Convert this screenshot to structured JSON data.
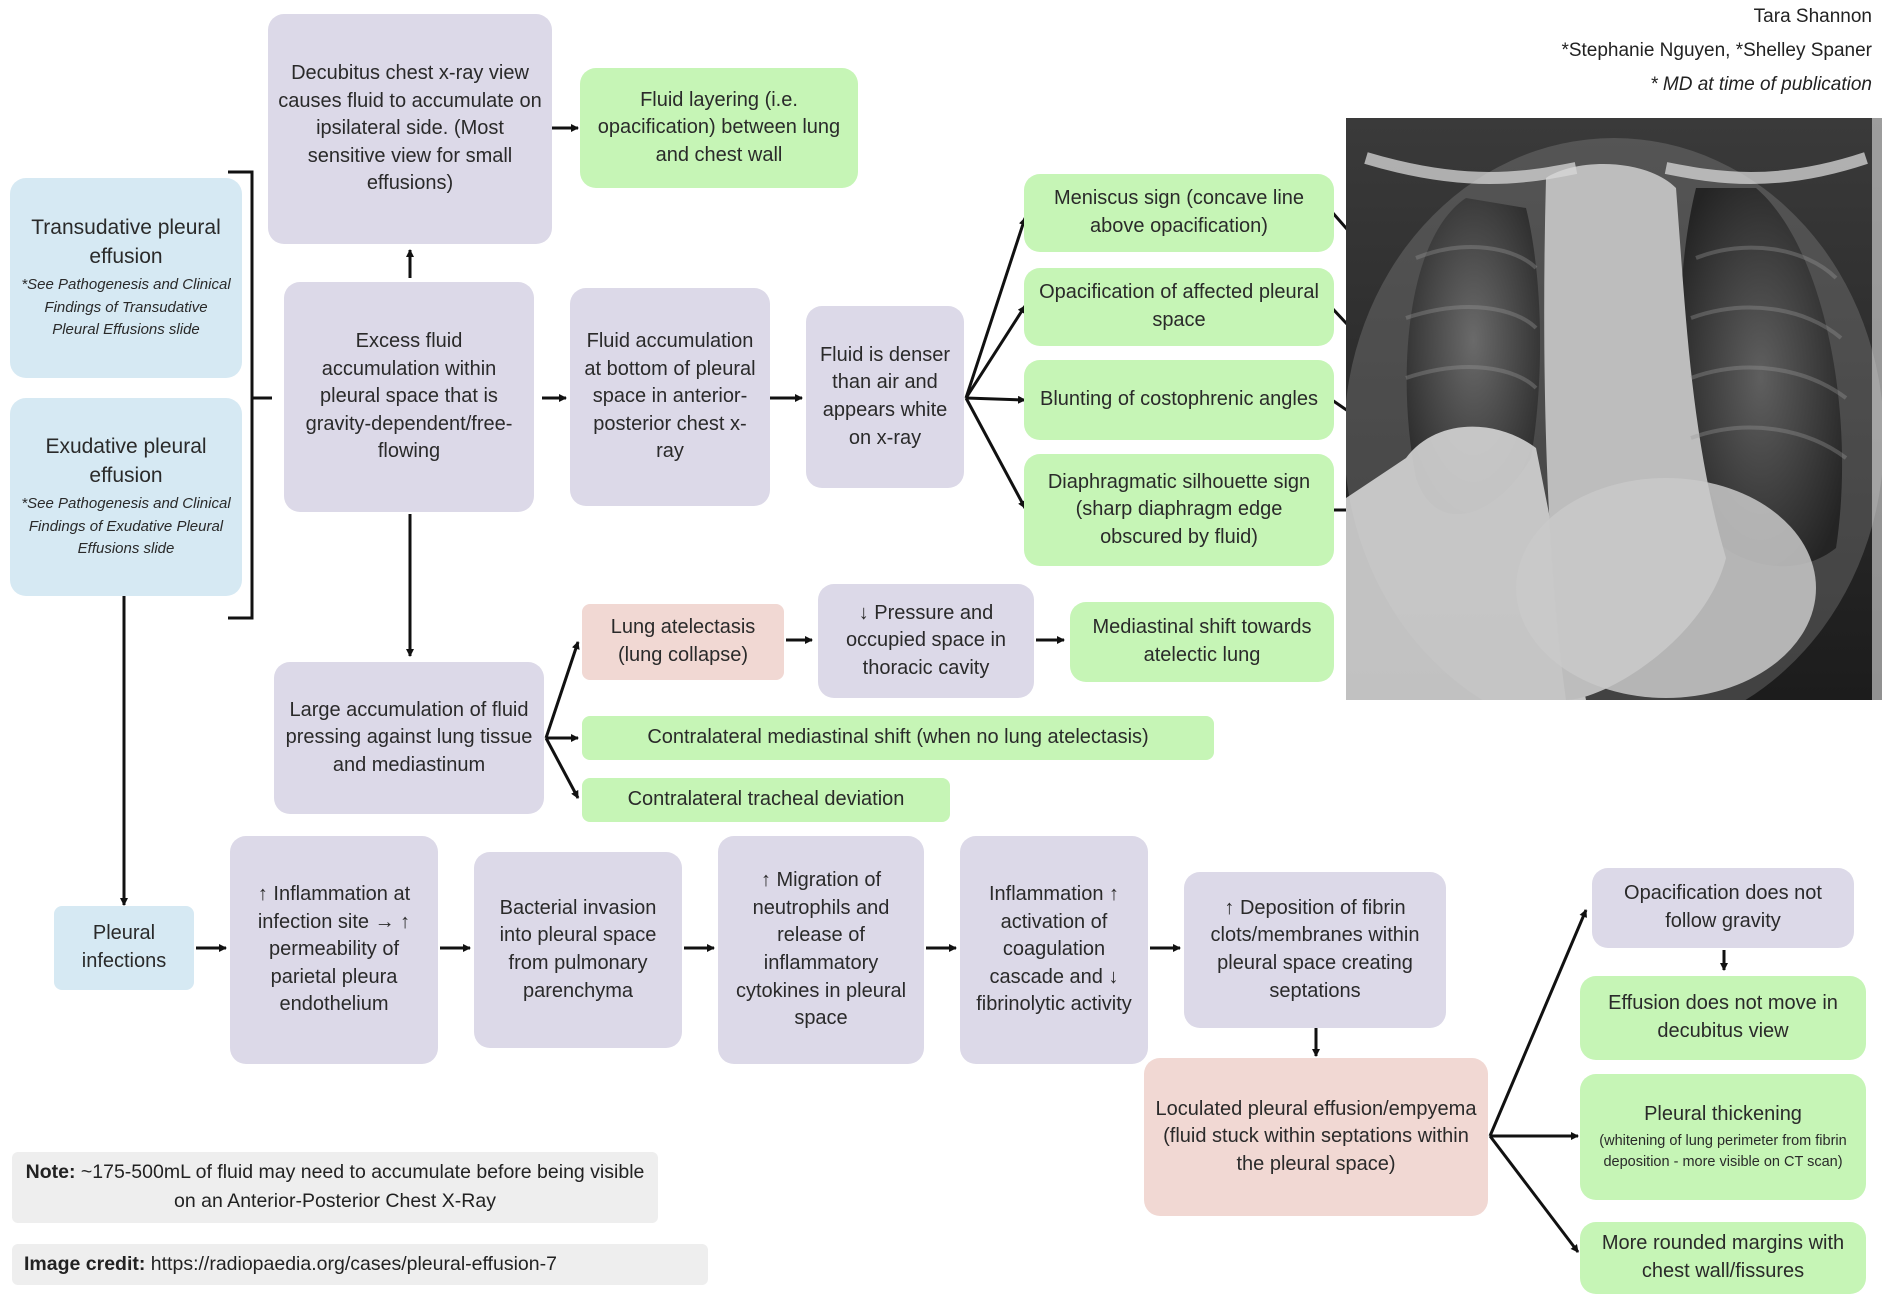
{
  "authors": {
    "line1": "Tara Shannon",
    "line2": "*Stephanie Nguyen, *Shelley Spaner",
    "line3": "* MD at time of publication"
  },
  "left": {
    "transudative_title": "Transudative pleural effusion",
    "transudative_sub": "*See Pathogenesis and Clinical Findings of Transudative Pleural Effusions slide",
    "exudative_title": "Exudative pleural effusion",
    "exudative_sub": "*See Pathogenesis and Clinical Findings of Exudative Pleural Effusions slide",
    "pleural_infections": "Pleural infections"
  },
  "top_row": {
    "decubitus": "Decubitus chest x-ray view causes fluid to accumulate on ipsilateral side. (Most sensitive view for small effusions)",
    "fluid_layering": "Fluid layering (i.e. opacification) between lung and chest wall",
    "excess_fluid": "Excess fluid accumulation within pleural space that is gravity-dependent/free-flowing",
    "fluid_bottom": "Fluid accumulation at bottom of pleural space in anterior-posterior chest x-ray",
    "fluid_denser": "Fluid is denser than air and appears white on x-ray",
    "meniscus": "Meniscus sign (concave line above opacification)",
    "opacification_space": "Opacification of affected pleural space",
    "blunting": "Blunting of costophrenic angles",
    "diaphragmatic": "Diaphragmatic silhouette sign (sharp diaphragm edge obscured by fluid)"
  },
  "middle_row": {
    "large_accumulation": "Large accumulation of fluid pressing against lung tissue and mediastinum",
    "atelectasis": "Lung atelectasis (lung collapse)",
    "pressure": "↓ Pressure and occupied space in thoracic cavity",
    "mediastinal_shift": "Mediastinal shift towards atelectic lung",
    "contralateral_shift": "Contralateral mediastinal shift (when no lung atelectasis)",
    "tracheal_deviation": "Contralateral tracheal deviation"
  },
  "bottom_row": {
    "inflammation_site": "↑ Inflammation at infection site → ↑ permeability of parietal pleura endothelium",
    "bacterial_invasion": "Bacterial invasion into pleural space from pulmonary parenchyma",
    "neutrophils": "↑ Migration of neutrophils and release of inflammatory cytokines in pleural space",
    "coagulation": "Inflammation ↑ activation of coagulation cascade and ↓ fibrinolytic activity",
    "fibrin": "↑ Deposition of fibrin clots/membranes within pleural space creating septations",
    "loculated": "Loculated pleural effusion/empyema (fluid stuck within septations within the pleural space)",
    "no_gravity": "Opacification does not follow gravity",
    "no_move": "Effusion does not move in decubitus view",
    "thickening_title": "Pleural thickening",
    "thickening_sub": "(whitening of lung perimeter from fibrin deposition - more visible on CT scan)",
    "rounded_margins": "More rounded margins with chest wall/fissures"
  },
  "notes": {
    "note_label": "Note:",
    "note_text": " ~175-500mL of fluid may need to accumulate before being visible on an Anterior-Posterior Chest X-Ray",
    "credit_label": "Image credit:",
    "credit_text": " https://radiopaedia.org/cases/pleural-effusion-7"
  }
}
